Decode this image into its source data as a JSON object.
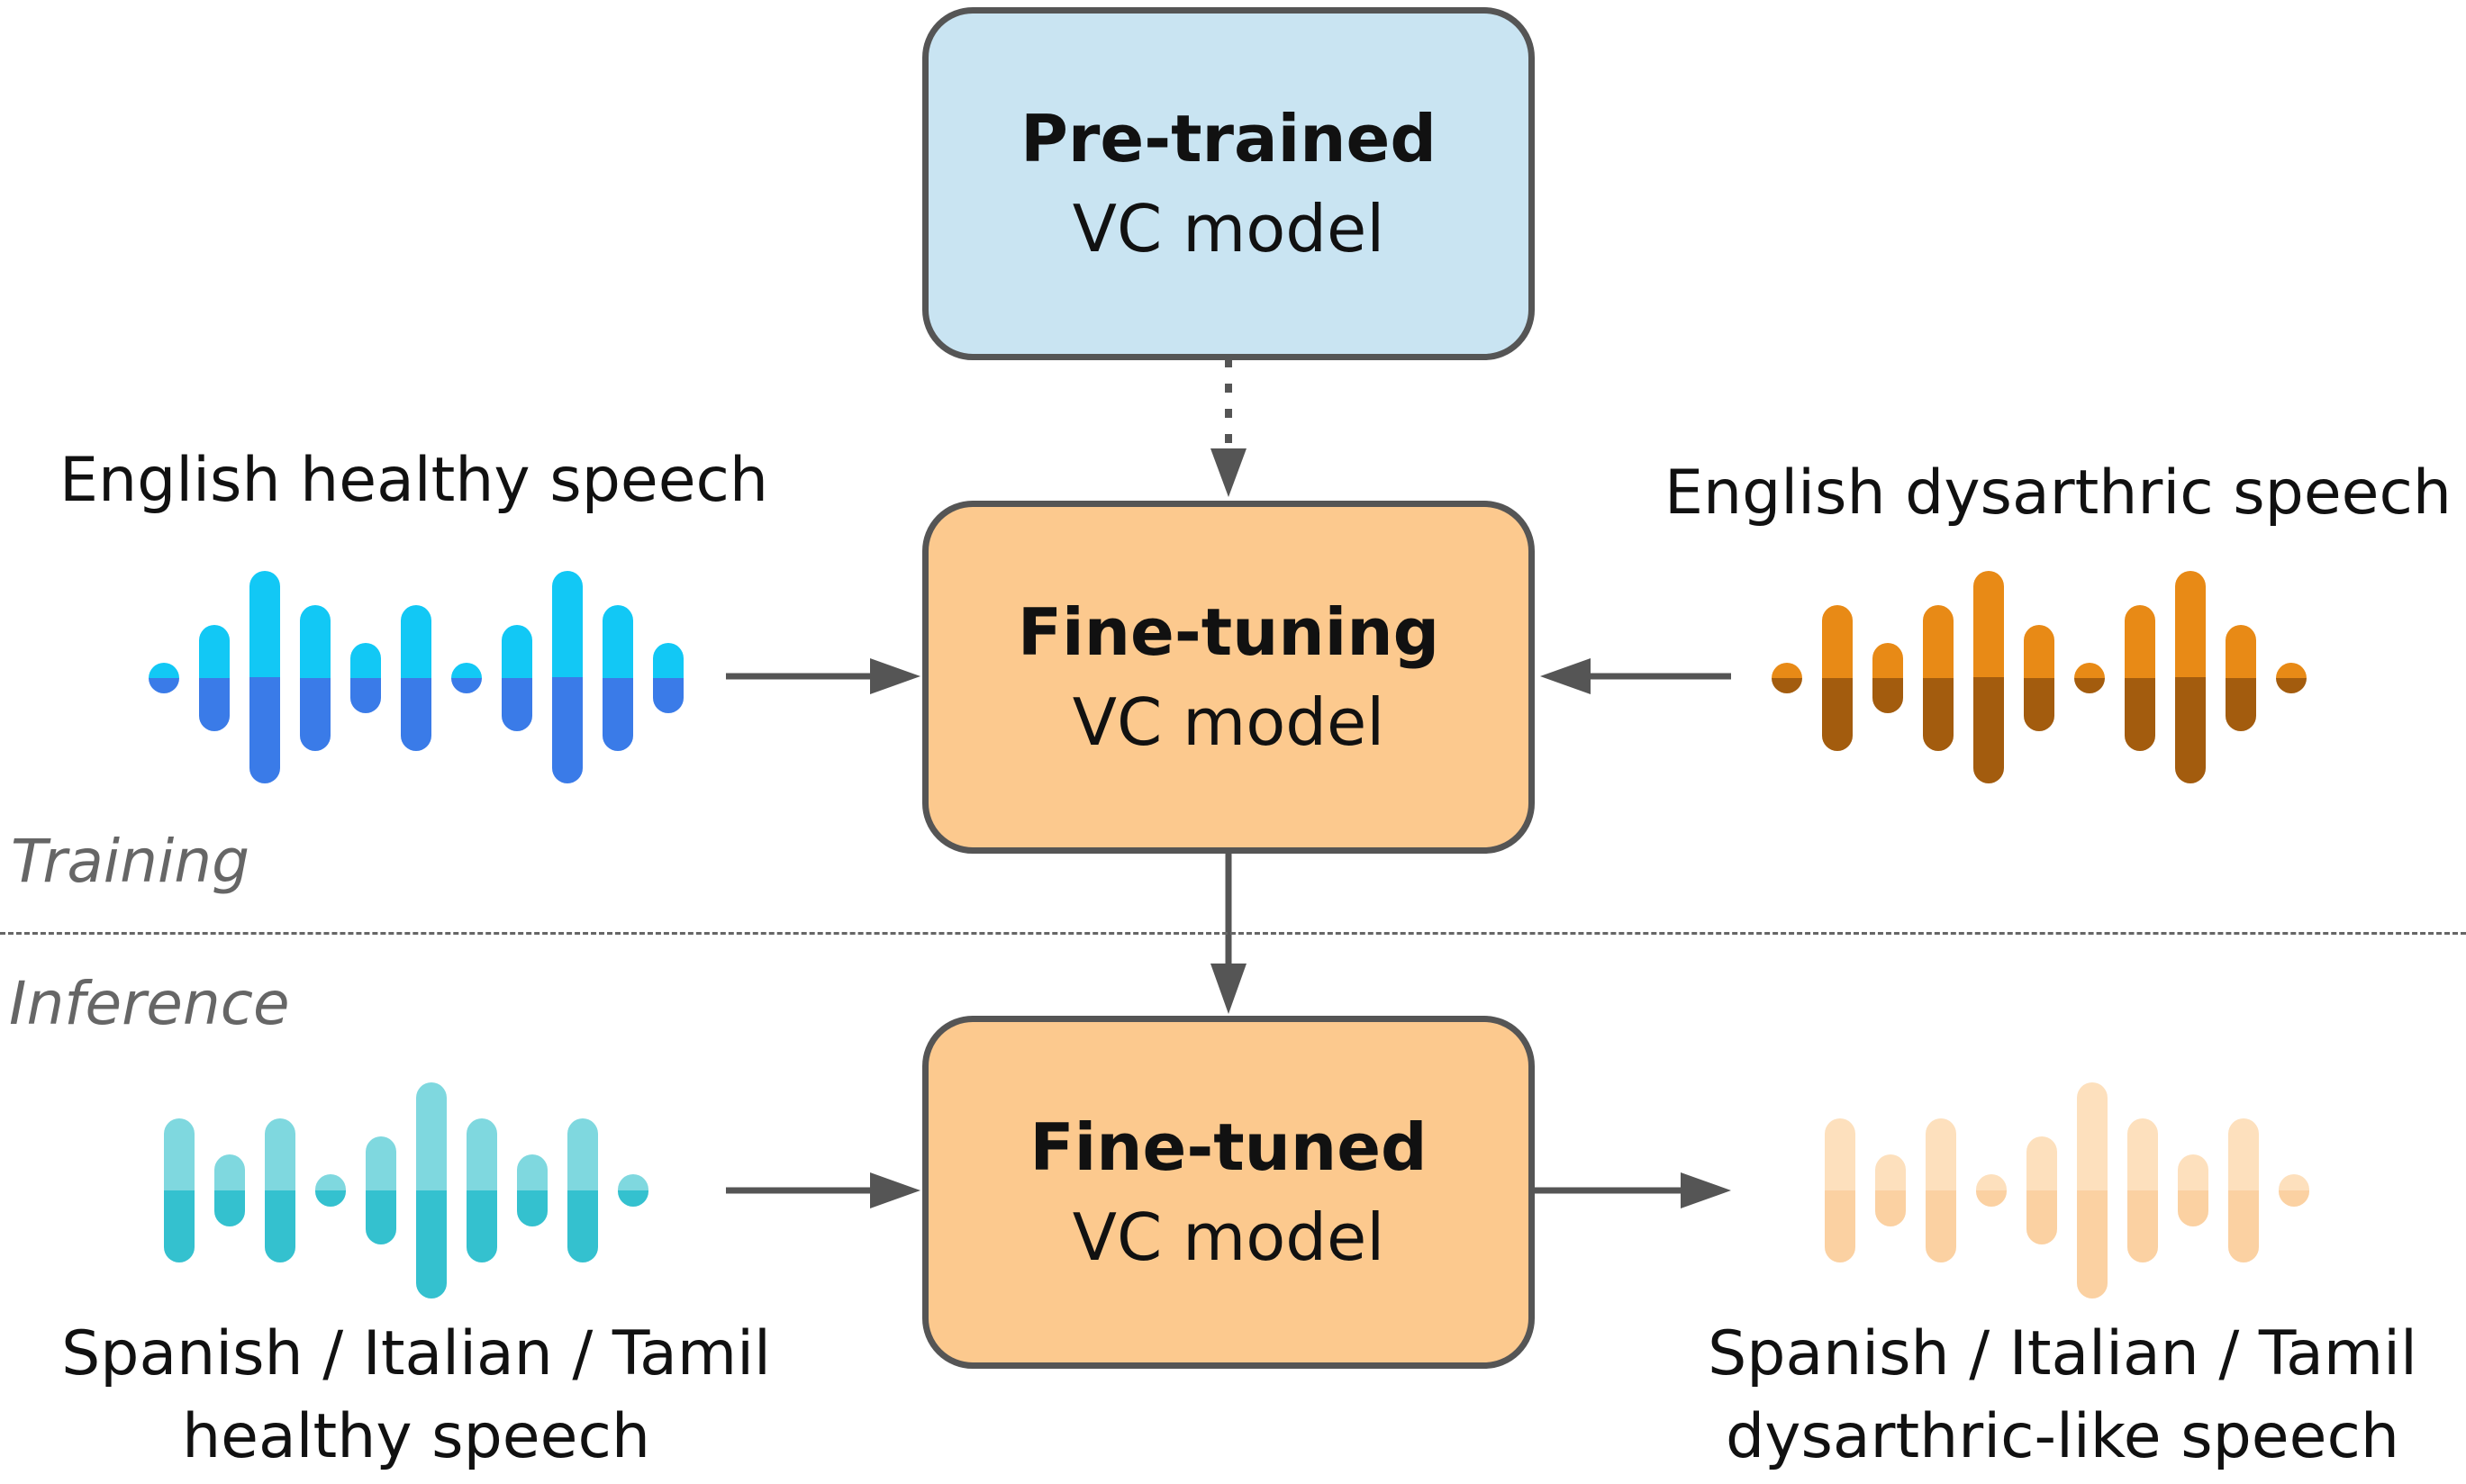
{
  "boxes": {
    "pretrained": {
      "title": "Pre-trained",
      "subtitle": "VC model"
    },
    "finetuning": {
      "title": "Fine-tuning",
      "subtitle": "VC model"
    },
    "finetuned": {
      "title": "Fine-tuned",
      "subtitle": "VC model"
    }
  },
  "labels": {
    "english_healthy": "English healthy speech",
    "english_dysarthric": "English dysarthric speech",
    "multi_healthy_line1": "Spanish / Italian / Tamil",
    "multi_healthy_line2": "healthy speech",
    "multi_dysarthric_line1": "Spanish / Italian / Tamil",
    "multi_dysarthric_line2": "dysarthric-like speech"
  },
  "phases": {
    "training": "Training",
    "inference": "Inference"
  },
  "colors": {
    "pretrained_box": "#c9e4f2",
    "finetune_box": "#fcc98e",
    "box_border": "#555555",
    "arrow": "#555555",
    "wave_blue": [
      "#12c8f5",
      "#3a7be8"
    ],
    "wave_orange": [
      "#e88a16",
      "#a35c0e"
    ],
    "wave_teal": [
      "#7fd8df",
      "#34c1cf"
    ],
    "wave_peach": [
      "#fde0bd",
      "#fbd1a2"
    ]
  },
  "icons": {
    "waveforms": "audio-waveform-icon"
  }
}
